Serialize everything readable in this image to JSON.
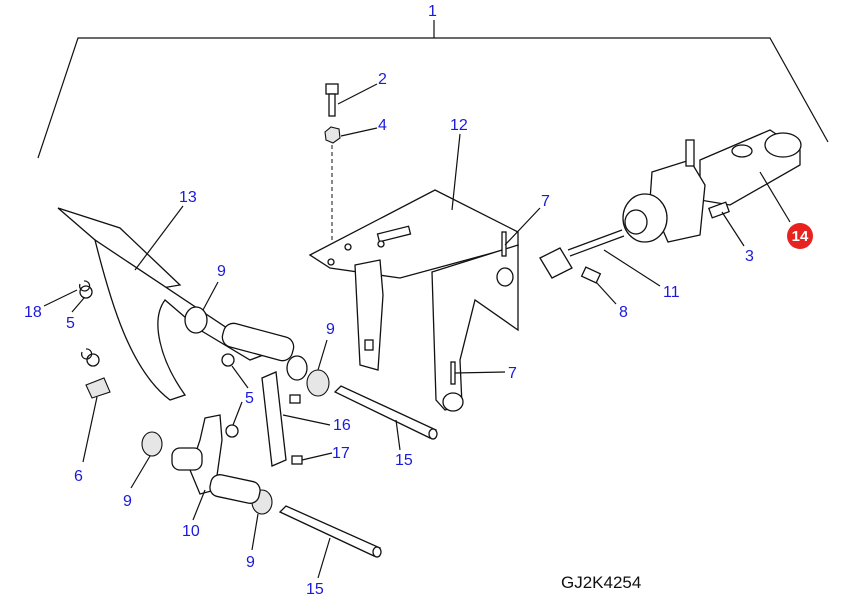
{
  "diagram": {
    "drawing_code": "GJ2K4254",
    "highlight_color": "#e8231f",
    "label_color": "#1a1adb",
    "callouts": [
      {
        "id": "c1",
        "text": "1"
      },
      {
        "id": "c2",
        "text": "2"
      },
      {
        "id": "c4",
        "text": "4"
      },
      {
        "id": "c12",
        "text": "12"
      },
      {
        "id": "c7a",
        "text": "7"
      },
      {
        "id": "c13",
        "text": "13"
      },
      {
        "id": "c9a",
        "text": "9"
      },
      {
        "id": "c3",
        "text": "3"
      },
      {
        "id": "c14",
        "text": "14"
      },
      {
        "id": "c11",
        "text": "11"
      },
      {
        "id": "c8",
        "text": "8"
      },
      {
        "id": "c18",
        "text": "18"
      },
      {
        "id": "c5a",
        "text": "5"
      },
      {
        "id": "c9b",
        "text": "9"
      },
      {
        "id": "c7b",
        "text": "7"
      },
      {
        "id": "c5b",
        "text": "5"
      },
      {
        "id": "c16",
        "text": "16"
      },
      {
        "id": "c15a",
        "text": "15"
      },
      {
        "id": "c17",
        "text": "17"
      },
      {
        "id": "c6",
        "text": "6"
      },
      {
        "id": "c9c",
        "text": "9"
      },
      {
        "id": "c10",
        "text": "10"
      },
      {
        "id": "c9d",
        "text": "9"
      },
      {
        "id": "c15b",
        "text": "15"
      }
    ]
  }
}
